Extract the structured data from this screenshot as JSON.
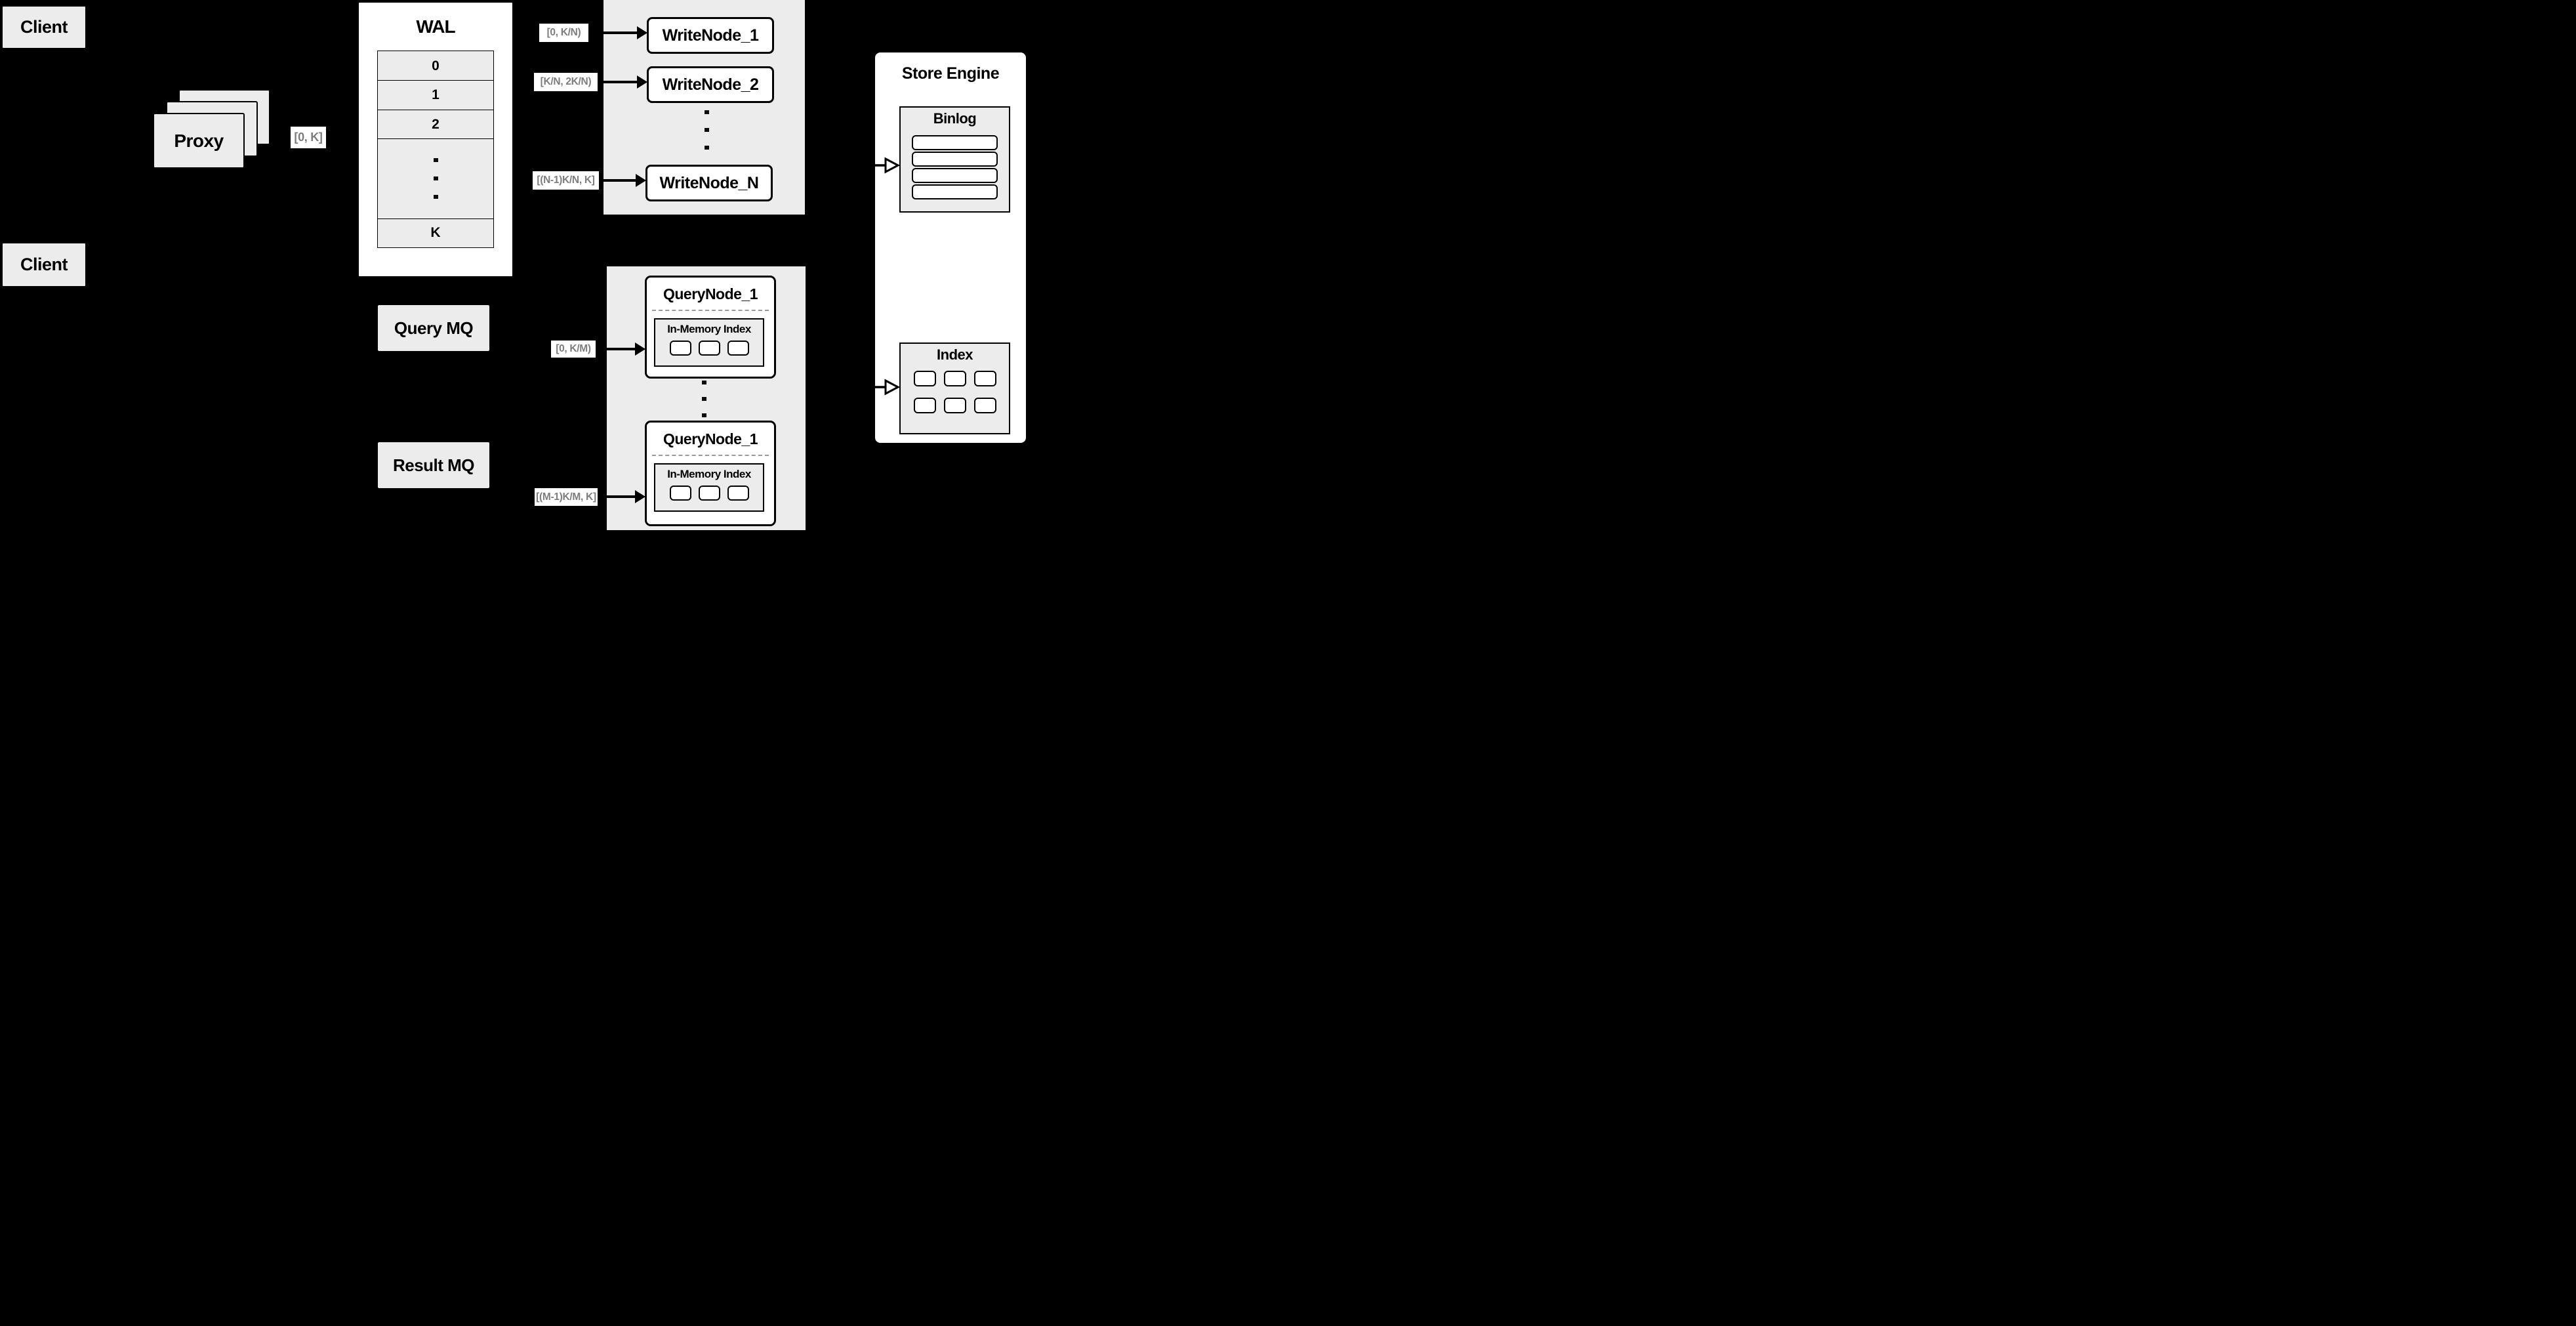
{
  "colors": {
    "background": "#000000",
    "box_fill": "#ececec",
    "node_fill": "#ffffff",
    "border": "#000000",
    "range_text": "#7d7d7d",
    "divider_dash": "#9a9a9a"
  },
  "clients": {
    "top": "Client",
    "bottom": "Client"
  },
  "proxy": {
    "label": "Proxy"
  },
  "wal": {
    "title": "WAL",
    "segments": [
      "0",
      "1",
      "2"
    ],
    "last_segment": "K",
    "ellipsis": "..."
  },
  "ranges": {
    "proxy_out": "[0, K]",
    "write_node_1": "[0, K/N)",
    "write_node_2": "[K/N, 2K/N)",
    "write_node_n": "[(N-1)K/N, K]",
    "query_node_1": "[0, K/M)",
    "query_node_m": "[(M-1)K/M, K]"
  },
  "write_nodes": {
    "ellipsis": "...",
    "nodes": [
      {
        "label": "WriteNode_1"
      },
      {
        "label": "WriteNode_2"
      },
      {
        "label": "WriteNode_N"
      }
    ]
  },
  "mq": {
    "query_label": "Query MQ",
    "result_label": "Result MQ"
  },
  "query_nodes": {
    "ellipsis": "...",
    "nodes": [
      {
        "label": "QueryNode_1",
        "inner_title": "In-Memory Index"
      },
      {
        "label": "QueryNode_1",
        "inner_title": "In-Memory Index"
      }
    ]
  },
  "store_engine": {
    "title": "Store Engine",
    "binlog_title": "Binlog",
    "index_title": "Index"
  }
}
